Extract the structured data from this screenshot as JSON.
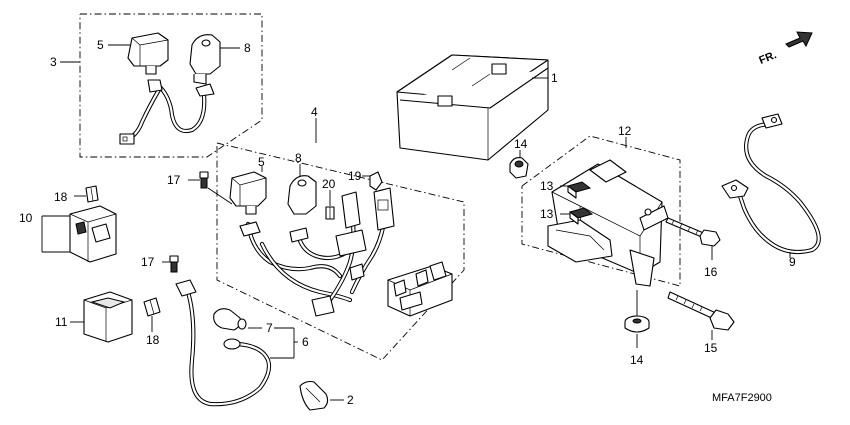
{
  "diagram_code": "MFA7F2900",
  "direction_label": "FR.",
  "callouts": {
    "n1": "1",
    "n2": "2",
    "n3": "3",
    "n4": "4",
    "n5a": "5",
    "n5b": "5",
    "n6": "6",
    "n7": "7",
    "n8a": "8",
    "n8b": "8",
    "n9": "9",
    "n10": "10",
    "n11": "11",
    "n12": "12",
    "n13a": "13",
    "n13b": "13",
    "n14a": "14",
    "n14b": "14",
    "n15": "15",
    "n16": "16",
    "n17a": "17",
    "n17b": "17",
    "n18a": "18",
    "n18b": "18",
    "n19": "19",
    "n20": "20"
  },
  "icons": {
    "direction": "forward-arrow-icon"
  }
}
